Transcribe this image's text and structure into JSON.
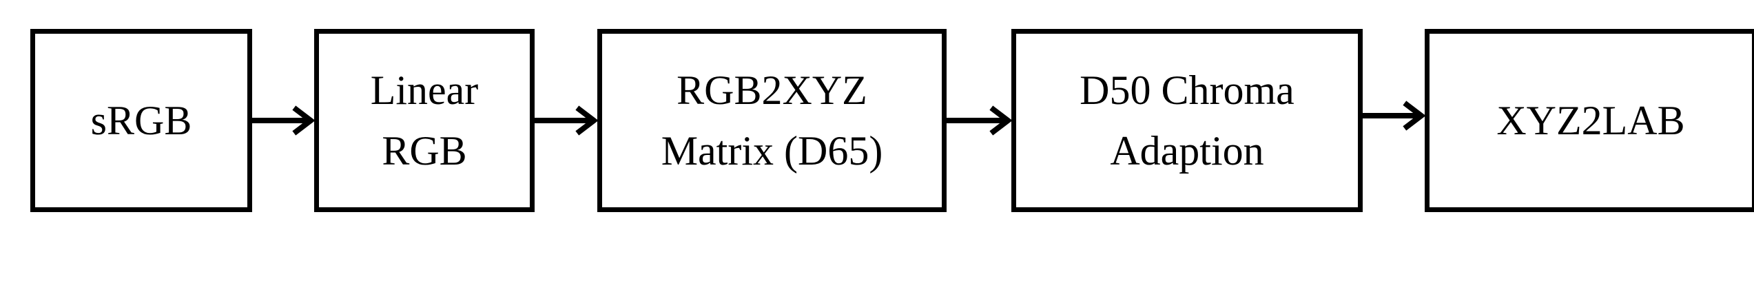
{
  "diagram": {
    "nodes": [
      {
        "id": "srgb",
        "label": "sRGB"
      },
      {
        "id": "linear-rgb",
        "label": "Linear\nRGB"
      },
      {
        "id": "rgb2xyz",
        "label": "RGB2XYZ\nMatrix (D65)"
      },
      {
        "id": "d50-chroma",
        "label": "D50 Chroma\nAdaption"
      },
      {
        "id": "xyz2lab",
        "label": "XYZ2LAB"
      }
    ],
    "edges": [
      {
        "from": "srgb",
        "to": "linear-rgb"
      },
      {
        "from": "linear-rgb",
        "to": "rgb2xyz"
      },
      {
        "from": "rgb2xyz",
        "to": "d50-chroma"
      },
      {
        "from": "d50-chroma",
        "to": "xyz2lab"
      }
    ],
    "colors": {
      "stroke": "#000000",
      "background": "#ffffff"
    }
  }
}
